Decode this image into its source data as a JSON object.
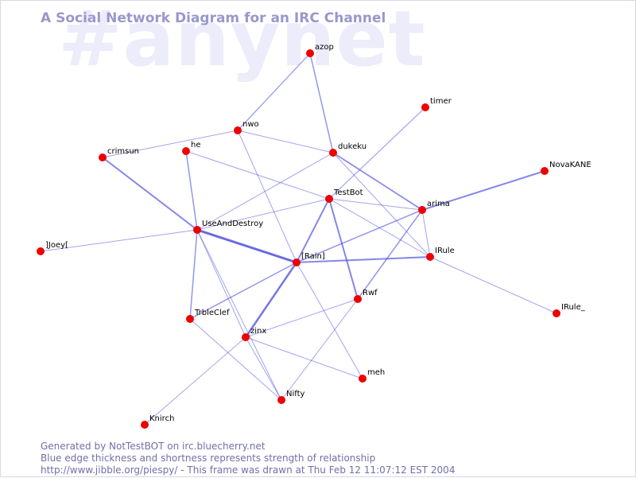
{
  "watermark": "#anynet",
  "title": "A Social Network Diagram for an IRC Channel",
  "footer": {
    "line1": "Generated by NotTestBOT on irc.bluecherry.net",
    "line2": "Blue edge thickness and shortness represents strength of relationship",
    "line3": "http://www.jibble.org/piespy/ - This frame was drawn at Thu Feb 12 11:07:12 EST 2004"
  },
  "colors": {
    "node": "#ee0000",
    "edge": "#5050e0",
    "title": "#9898cc",
    "watermark": "#ececfa",
    "footer": "#7070aa"
  },
  "nodes": [
    {
      "id": "azop",
      "label": "azop"
    },
    {
      "id": "timer",
      "label": "timer"
    },
    {
      "id": "nwo",
      "label": "nwo"
    },
    {
      "id": "dukeku",
      "label": "dukeku"
    },
    {
      "id": "crimsun",
      "label": "crimsun"
    },
    {
      "id": "he",
      "label": "he"
    },
    {
      "id": "NovaKANE",
      "label": "NovaKANE"
    },
    {
      "id": "TestBot",
      "label": "TestBot"
    },
    {
      "id": "arima",
      "label": "arima"
    },
    {
      "id": "UseAndDestroy",
      "label": "UseAndDestroy"
    },
    {
      "id": "Joey",
      "label": "]Joey["
    },
    {
      "id": "IRule",
      "label": "IRule"
    },
    {
      "id": "Rain",
      "label": "[Rain]"
    },
    {
      "id": "Rwf",
      "label": "Rwf"
    },
    {
      "id": "IRule_",
      "label": "IRule_"
    },
    {
      "id": "TrbleClef",
      "label": "TrbleClef"
    },
    {
      "id": "zinx",
      "label": "zinx"
    },
    {
      "id": "meh",
      "label": "meh"
    },
    {
      "id": "Nifty",
      "label": "Nifty"
    },
    {
      "id": "Knirch",
      "label": "Knirch"
    }
  ],
  "edges": [
    {
      "a": "azop",
      "b": "nwo",
      "w": 1.3
    },
    {
      "a": "azop",
      "b": "dukeku",
      "w": 1.5
    },
    {
      "a": "nwo",
      "b": "dukeku",
      "w": 1
    },
    {
      "a": "nwo",
      "b": "Rain",
      "w": 1
    },
    {
      "a": "crimsun",
      "b": "nwo",
      "w": 1
    },
    {
      "a": "crimsun",
      "b": "UseAndDestroy",
      "w": 2
    },
    {
      "a": "he",
      "b": "UseAndDestroy",
      "w": 1.5
    },
    {
      "a": "he",
      "b": "TestBot",
      "w": 1
    },
    {
      "a": "timer",
      "b": "TestBot",
      "w": 1.2
    },
    {
      "a": "dukeku",
      "b": "arima",
      "w": 1.8
    },
    {
      "a": "dukeku",
      "b": "IRule",
      "w": 1
    },
    {
      "a": "dukeku",
      "b": "UseAndDestroy",
      "w": 1
    },
    {
      "a": "NovaKANE",
      "b": "arima",
      "w": 2
    },
    {
      "a": "TestBot",
      "b": "UseAndDestroy",
      "w": 1
    },
    {
      "a": "TestBot",
      "b": "arima",
      "w": 1
    },
    {
      "a": "TestBot",
      "b": "IRule",
      "w": 1
    },
    {
      "a": "TestBot",
      "b": "Rain",
      "w": 2
    },
    {
      "a": "TestBot",
      "b": "Rwf",
      "w": 2
    },
    {
      "a": "arima",
      "b": "IRule",
      "w": 1
    },
    {
      "a": "arima",
      "b": "Rain",
      "w": 1.5
    },
    {
      "a": "arima",
      "b": "Rwf",
      "w": 1.5
    },
    {
      "a": "Joey",
      "b": "UseAndDestroy",
      "w": 1
    },
    {
      "a": "UseAndDestroy",
      "b": "Rain",
      "w": 3
    },
    {
      "a": "UseAndDestroy",
      "b": "TrbleClef",
      "w": 1.5
    },
    {
      "a": "UseAndDestroy",
      "b": "zinx",
      "w": 1
    },
    {
      "a": "UseAndDestroy",
      "b": "Nifty",
      "w": 1
    },
    {
      "a": "Rain",
      "b": "IRule",
      "w": 2
    },
    {
      "a": "Rain",
      "b": "zinx",
      "w": 2.5
    },
    {
      "a": "Rain",
      "b": "TrbleClef",
      "w": 1.5
    },
    {
      "a": "Rain",
      "b": "meh",
      "w": 1
    },
    {
      "a": "IRule",
      "b": "IRule_",
      "w": 1
    },
    {
      "a": "Rwf",
      "b": "zinx",
      "w": 1
    },
    {
      "a": "Rwf",
      "b": "Nifty",
      "w": 1
    },
    {
      "a": "TrbleClef",
      "b": "Nifty",
      "w": 1
    },
    {
      "a": "zinx",
      "b": "meh",
      "w": 1
    },
    {
      "a": "zinx",
      "b": "Knirch",
      "w": 1
    },
    {
      "a": "zinx",
      "b": "Nifty",
      "w": 1
    }
  ]
}
